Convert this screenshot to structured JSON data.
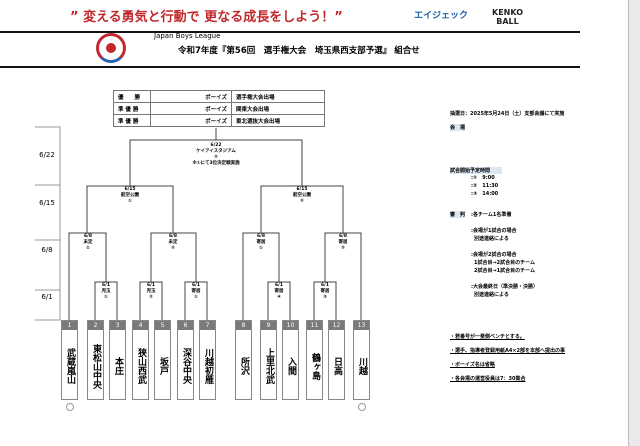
{
  "header": {
    "slogan": "” 変える勇気と行動で 更なる成長をしよう！”",
    "sponsor1": "エイジェック",
    "sponsor2a": "KENKO",
    "sponsor2b": "BALL",
    "league": "Japan Boys League",
    "title": "令和7年度『第56回　選手権大会　埼玉県西支部予選』 組合せ"
  },
  "results": [
    {
      "rank": "優　　勝",
      "boys": "ボーイズ",
      "award": "選手権大会出場"
    },
    {
      "rank": "準 優 勝",
      "boys": "ボーイズ",
      "award": "関東大会出場"
    },
    {
      "rank": "準 優 勝",
      "boys": "ボーイズ",
      "award": "東北選抜大会出場"
    }
  ],
  "dates": [
    "6/22",
    "6/15",
    "6/8",
    "6/1"
  ],
  "matches": {
    "final": {
      "date": "6/22",
      "venue": "ケイアイスタジアム",
      "no": "②",
      "note": "※①にて3位決定戦実施"
    },
    "sf1": {
      "date": "6/15",
      "venue": "航空公園",
      "no": "①"
    },
    "sf2": {
      "date": "6/15",
      "venue": "航空公園",
      "no": "②"
    },
    "qf1": {
      "date": "6/8",
      "venue": "未定",
      "no": "①"
    },
    "qf2": {
      "date": "6/8",
      "venue": "未定",
      "no": "②"
    },
    "qf3": {
      "date": "6/8",
      "venue": "寄居",
      "no": "①"
    },
    "qf4": {
      "date": "6/8",
      "venue": "寄居",
      "no": "②"
    },
    "r1a": {
      "date": "6/1",
      "venue": "児玉",
      "no": "①"
    },
    "r1b": {
      "date": "6/1",
      "venue": "児玉",
      "no": "②"
    },
    "r1c": {
      "date": "6/1",
      "venue": "寄居",
      "no": "①"
    },
    "r1d": {
      "date": "6/1",
      "venue": "寄居",
      "no": "④"
    },
    "r1e": {
      "date": "6/1",
      "venue": "寄居",
      "no": "③"
    }
  },
  "teams": [
    {
      "num": "1",
      "name": "武蔵嵐山"
    },
    {
      "num": "2",
      "name": "東松山中央"
    },
    {
      "num": "3",
      "name": "本庄"
    },
    {
      "num": "4",
      "name": "狭山西武"
    },
    {
      "num": "5",
      "name": "坂戸"
    },
    {
      "num": "6",
      "name": "深谷中央"
    },
    {
      "num": "7",
      "name": "川越初雁"
    },
    {
      "num": "8",
      "name": "所沢"
    },
    {
      "num": "9",
      "name": "上里北武"
    },
    {
      "num": "10",
      "name": "入間"
    },
    {
      "num": "11",
      "name": "鶴ヶ島"
    },
    {
      "num": "12",
      "name": "日高"
    },
    {
      "num": "13",
      "name": "川越"
    }
  ],
  "info": {
    "draw": "抽選日：2025年5月24日（土）支部会議にて実施",
    "venue_label": "会　場",
    "time_label": "試合開始予定時間",
    "times": [
      ":①　9:00",
      ":②　11:30",
      ":③　14:00"
    ],
    "umpire_label": "審　判",
    "umpire": ":各チーム1名準備",
    "u1a": ":会場が1試合の場合",
    "u1b": "別途連絡による",
    "u2a": ":会場が2試合の場合",
    "u2b": "1試合目→2試合目のチーム",
    "u2c": "2試合目→1試合目のチーム",
    "u3a": ":大会最終日（準決勝・決勝）",
    "u3b": "別途連絡による",
    "notes": [
      "・若番号が一塁側ベンチとする。",
      "・選手、指導者登録用紙A4×2部を本部へ提出の事",
      "・ボーイズ名は省略",
      "・各会場の運営役員は7：30集合"
    ]
  }
}
